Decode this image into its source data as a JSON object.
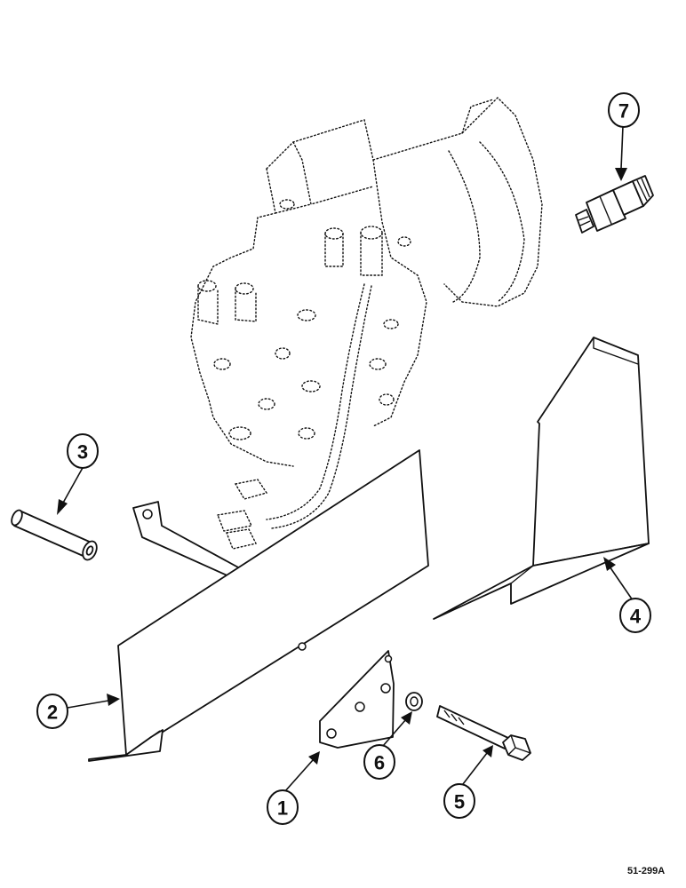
{
  "figure_code": "51-299A",
  "callouts": [
    {
      "id": "1",
      "label": "1"
    },
    {
      "id": "2",
      "label": "2"
    },
    {
      "id": "3",
      "label": "3"
    },
    {
      "id": "4",
      "label": "4"
    },
    {
      "id": "5",
      "label": "5"
    },
    {
      "id": "6",
      "label": "6"
    },
    {
      "id": "7",
      "label": "7"
    }
  ]
}
